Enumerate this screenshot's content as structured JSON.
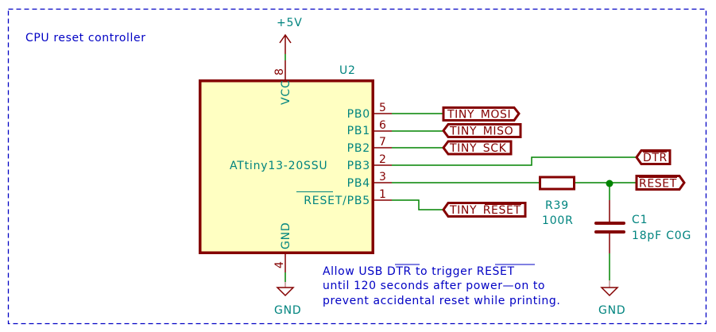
{
  "sheet": {
    "frame_title": "CPU reset controller",
    "note_lines": [
      {
        "parts": [
          {
            "t": "Allow USB "
          },
          {
            "t": "DTR",
            "overbar": true
          },
          {
            "t": " to trigger "
          },
          {
            "t": "RESET",
            "overbar": true
          }
        ]
      },
      {
        "parts": [
          {
            "t": "until 120 seconds after power—on to"
          }
        ]
      },
      {
        "parts": [
          {
            "t": "prevent accidental reset while printing."
          }
        ]
      }
    ]
  },
  "colors": {
    "wire": "#008400",
    "component": "#840000",
    "component_fill": "#ffffc2",
    "pin_text": "#00847f",
    "note_text": "#0000c4"
  },
  "power": {
    "vcc": {
      "name": "+5V",
      "icon": "power-arrow-icon"
    },
    "gnd_u2": {
      "name": "GND",
      "icon": "ground-icon"
    },
    "gnd_c1": {
      "name": "GND",
      "icon": "ground-icon"
    }
  },
  "u2": {
    "reference": "U2",
    "value": "ATtiny13-20SSU",
    "pins": {
      "vcc": {
        "name": "VCC",
        "number": "8"
      },
      "gnd": {
        "name": "GND",
        "number": "4"
      },
      "pb0": {
        "name": "PB0",
        "number": "5"
      },
      "pb1": {
        "name": "PB1",
        "number": "6"
      },
      "pb2": {
        "name": "PB2",
        "number": "7"
      },
      "pb3": {
        "name": "PB3",
        "number": "2"
      },
      "pb4": {
        "name": "PB4",
        "number": "3"
      },
      "pb5": {
        "name_overbar": "RESET",
        "name_suffix": "/PB5",
        "number": "1"
      }
    }
  },
  "r39": {
    "reference": "R39",
    "value": "100R"
  },
  "c1": {
    "reference": "C1",
    "value": "18pF C0G"
  },
  "labels": {
    "tiny_mosi": {
      "text": "TINY_MOSI",
      "shape": "output"
    },
    "tiny_miso": {
      "text": "TINY_MISO",
      "shape": "input"
    },
    "tiny_sck": {
      "text": "TINY_SCK",
      "shape": "input"
    },
    "tiny_reset": {
      "prefix": "TINY_",
      "overbar": "RESET",
      "shape": "input"
    },
    "dtr": {
      "overbar": "DTR",
      "shape": "input"
    },
    "reset": {
      "overbar": "RESET",
      "shape": "output"
    }
  }
}
